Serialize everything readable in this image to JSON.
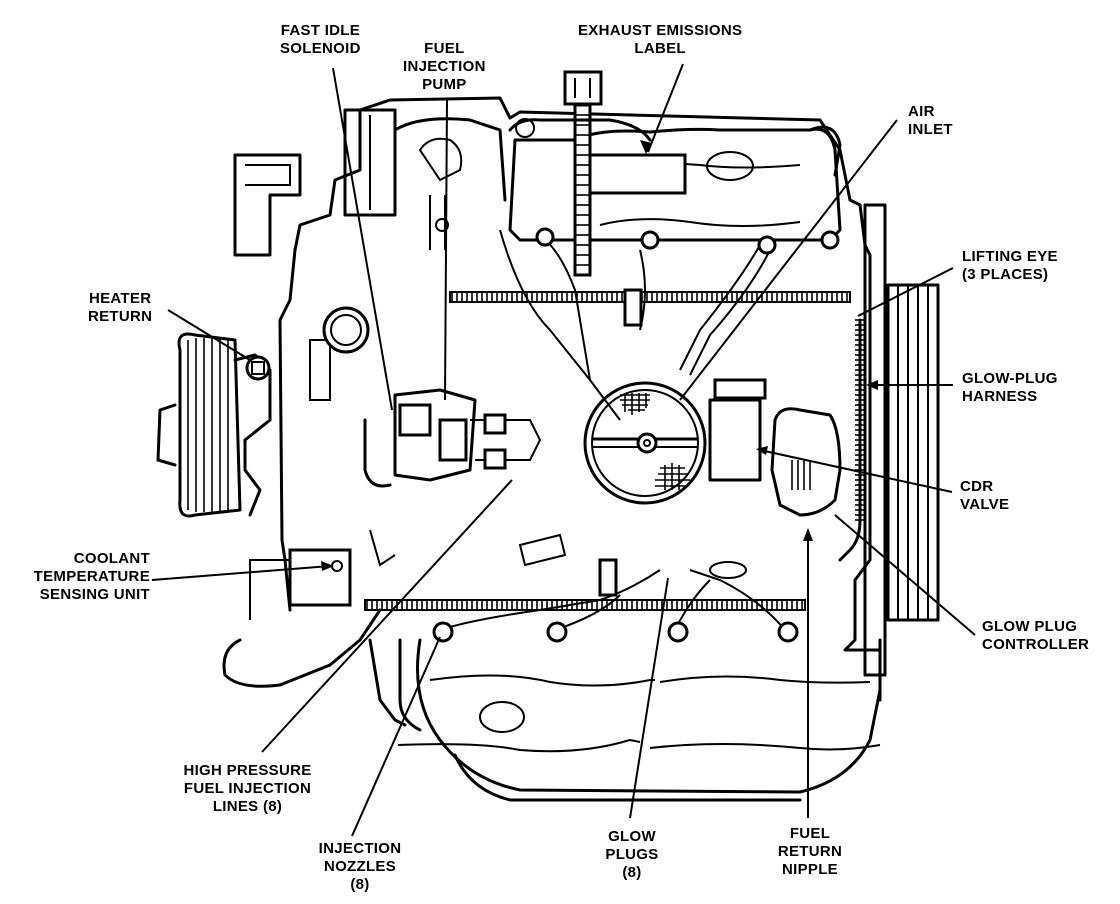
{
  "diagram": {
    "subject": "Diesel V8 engine, top/front view, component locations",
    "colors": {
      "ink": "#000000",
      "paper": "#ffffff"
    },
    "callouts": [
      {
        "id": "fast-idle-solenoid",
        "lines": [
          "FAST IDLE",
          "SOLENOID"
        ]
      },
      {
        "id": "fuel-injection-pump",
        "lines": [
          "FUEL",
          "INJECTION",
          "PUMP"
        ]
      },
      {
        "id": "exhaust-emissions-label",
        "lines": [
          "EXHAUST EMISSIONS",
          "LABEL"
        ]
      },
      {
        "id": "air-inlet",
        "lines": [
          "AIR",
          "INLET"
        ]
      },
      {
        "id": "lifting-eye",
        "lines": [
          "LIFTING EYE",
          "(3 PLACES)"
        ]
      },
      {
        "id": "glow-plug-harness",
        "lines": [
          "GLOW-PLUG",
          "HARNESS"
        ]
      },
      {
        "id": "cdr-valve",
        "lines": [
          "CDR",
          "VALVE"
        ]
      },
      {
        "id": "glow-plug-controller",
        "lines": [
          "GLOW PLUG",
          "CONTROLLER"
        ]
      },
      {
        "id": "heater-return",
        "lines": [
          "HEATER",
          "RETURN"
        ]
      },
      {
        "id": "coolant-temperature-sensing-unit",
        "lines": [
          "COOLANT",
          "TEMPERATURE",
          "SENSING UNIT"
        ]
      },
      {
        "id": "high-pressure-fuel-injection-lines",
        "lines": [
          "HIGH PRESSURE",
          "FUEL INJECTION",
          "LINES (8)"
        ]
      },
      {
        "id": "injection-nozzles",
        "lines": [
          "INJECTION",
          "NOZZLES",
          "(8)"
        ]
      },
      {
        "id": "glow-plugs",
        "lines": [
          "GLOW",
          "PLUGS",
          "(8)"
        ]
      },
      {
        "id": "fuel-return-nipple",
        "lines": [
          "FUEL",
          "RETURN",
          "NIPPLE"
        ]
      }
    ]
  }
}
